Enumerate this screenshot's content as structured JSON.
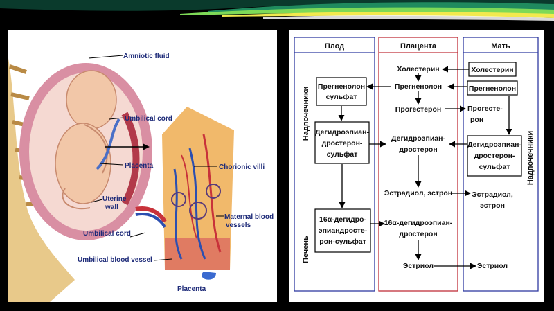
{
  "illustration": {
    "labels": {
      "amniotic_fluid": "Amniotic fluid",
      "umbilical_cord_top": "Umbilical cord",
      "placenta_left": "Placenta",
      "chorionic_villi": "Chorionic villi",
      "uterine_wall_1": "Uterine",
      "uterine_wall_2": "wall",
      "maternal_blood_1": "Maternal blood",
      "maternal_blood_2": "vessels",
      "umbilical_cord_bottom": "Umbilical cord",
      "umbilical_blood_vessel": "Umbilical blood vessel",
      "placenta_bottom": "Placenta"
    }
  },
  "diagram": {
    "columns": {
      "fetus": "Плод",
      "placenta": "Плацента",
      "mother": "Мать"
    },
    "side_labels": {
      "adrenals_left": "Надпочечники",
      "liver": "Печень",
      "adrenals_right": "Надпочечники"
    },
    "fetus_boxes": {
      "box1": [
        "Прегненолон",
        "сульфат"
      ],
      "box2": [
        "Дегидроэпиан-",
        "дростерон-",
        "сульфат"
      ],
      "box3": [
        "16α-дегидро-",
        "эпиандросте-",
        "рон-сульфат"
      ]
    },
    "placenta_items": {
      "cholesterol": "Холестерин",
      "pregnenolone": "Прегненолон",
      "progesterone": "Прогестерон",
      "dhea": [
        "Дегидроэпиан-",
        "дростерон"
      ],
      "estradiol": "Эстрадиол, эстрон",
      "hydroxy_dhea": [
        "16α-дегидроэпиан-",
        "дростерон"
      ],
      "estriol": "Эстриол"
    },
    "mother_items": {
      "cholesterol": "Холестерин",
      "pregnenolone": "Прегненолон",
      "progesterone": [
        "Прогесте-",
        "рон"
      ],
      "dhea_box": [
        "Дегидроэпиан-",
        "дростерон-",
        "сульфат"
      ],
      "estradiol": [
        "Эстрадиол,",
        "эстрон"
      ],
      "estriol": "Эстриол"
    }
  }
}
